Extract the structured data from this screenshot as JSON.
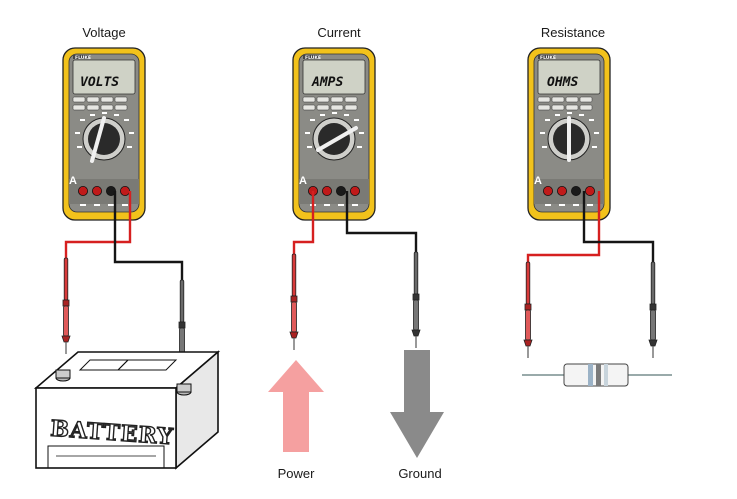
{
  "meters": [
    {
      "title": "Voltage",
      "display": "VOLTS",
      "brand": "FLUKE"
    },
    {
      "title": "Current",
      "display": "AMPS",
      "brand": "FLUKE"
    },
    {
      "title": "Resistance",
      "display": "OHMS",
      "brand": "FLUKE"
    }
  ],
  "terminal_label": "A",
  "battery_label": "BATTERY",
  "arrows": {
    "power_label": "Power",
    "ground_label": "Ground"
  },
  "colors": {
    "meter_body": "#f2c21b",
    "meter_face": "#8b8b86",
    "lead_red": "#d62020",
    "lead_black": "#151515",
    "power_arrow": "#f5a0a0",
    "ground_arrow": "#8a8a8a"
  }
}
